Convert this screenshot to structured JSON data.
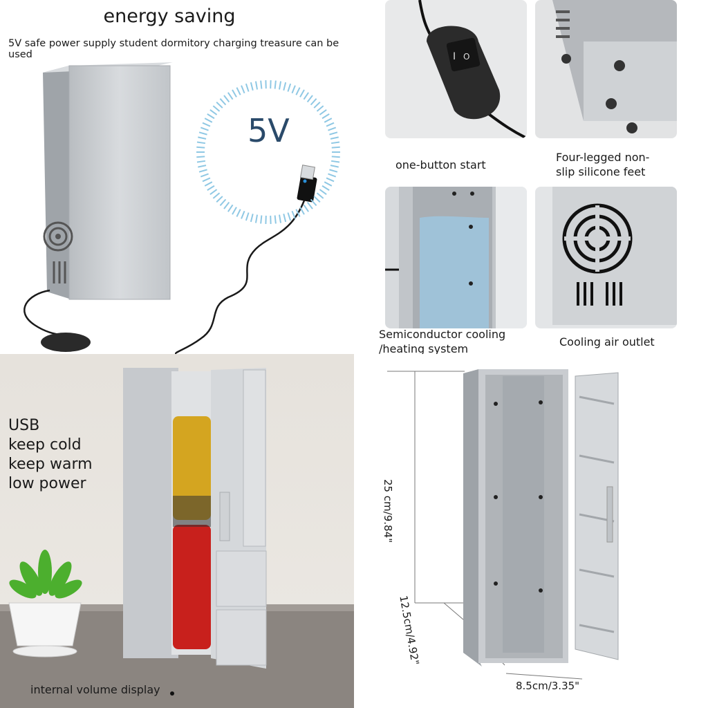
{
  "top_left": {
    "headline": "energy saving",
    "subline": "5V safe power supply student dormitory charging treasure can be used",
    "badge_text": "5V"
  },
  "top_right": {
    "switch_caption": "one-button start",
    "feet_caption_line1": "Four-legged non-",
    "feet_caption_line2": "slip silicone feet",
    "cooling_caption_line1": "Semiconductor cooling",
    "cooling_caption_line2": "/heating system",
    "outlet_caption": "Cooling air outlet"
  },
  "bottom_left": {
    "features": [
      "USB",
      "keep cold",
      "keep warm",
      "low power"
    ],
    "volume_caption": "internal volume display"
  },
  "bottom_right": {
    "height_label": "25 cm/9.84\"",
    "depth_label": "12.5cm/4.92\"",
    "width_label": "8.5cm/3.35\""
  },
  "colors": {
    "silver": "#c9cccf",
    "silver_dark": "#9ea3a8",
    "can_gold": "#d4a520",
    "can_red": "#c8201c",
    "plant_green": "#4caf2e",
    "tick_blue": "#8fc8e4"
  }
}
